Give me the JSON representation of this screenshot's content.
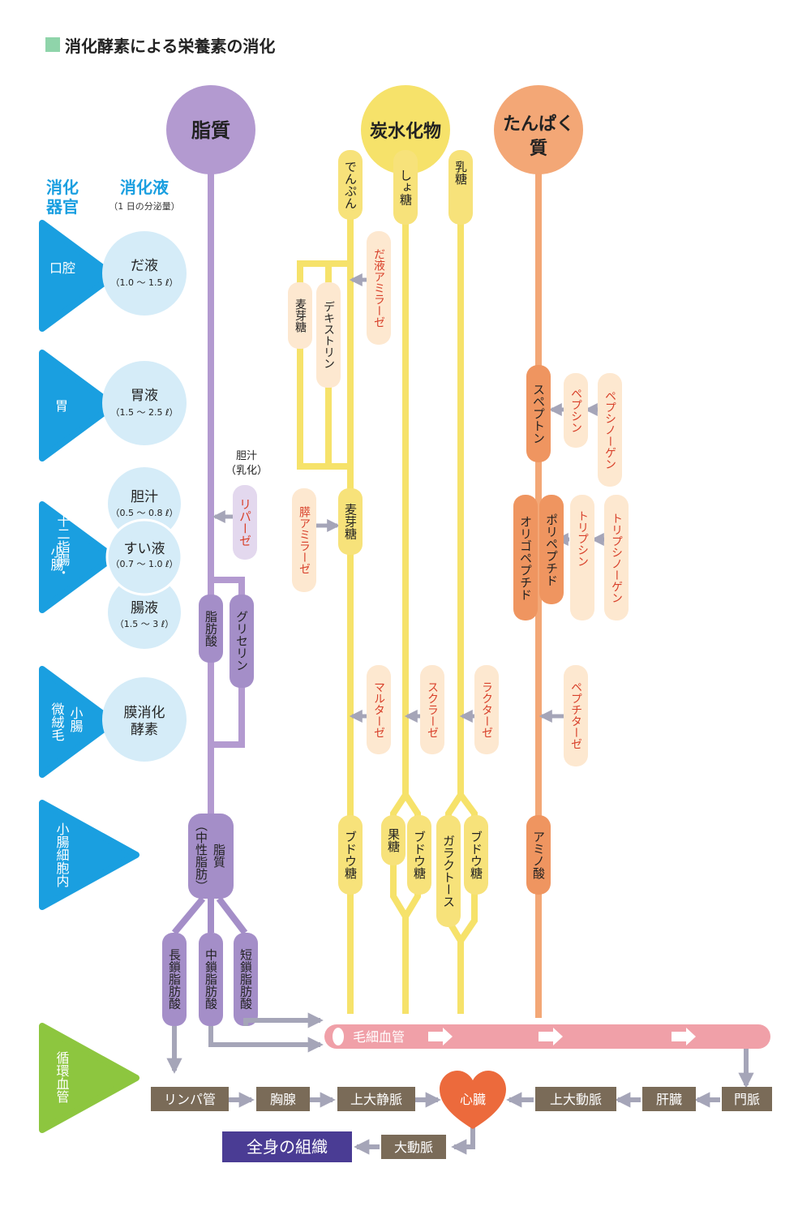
{
  "title": "消化酵素による栄養素の消化",
  "colors": {
    "title_square": "#8fd4aa",
    "organ_blue": "#1a9fe0",
    "fluid_circle": "#d5ecf8",
    "fat": "#b39ad0",
    "fat_dark": "#a48ec8",
    "fat_light": "#e3d8ee",
    "carb": "#f6e26a",
    "carb_fill": "#f7e27a",
    "protein": "#f3a776",
    "protein_dark": "#ef9560",
    "enzyme_bg": "#fde8d0",
    "enzyme_text": "#d8402a",
    "arrow_gray": "#a5a5b8",
    "capillary": "#f0a0a8",
    "circulation_green": "#8dc63f",
    "brown": "#7a6b58",
    "heart": "#ec6a3c",
    "tissue": "#4a3c94"
  },
  "nutrients": {
    "fat": "脂質",
    "carb": "炭水化物",
    "protein_line1": "たんぱく",
    "protein_line2": "質"
  },
  "headers": {
    "organ_line1": "消化",
    "organ_line2": "器官",
    "fluid": "消化液",
    "fluid_sub": "（1 日の分泌量）"
  },
  "organs": {
    "mouth": "口腔",
    "stomach": "胃",
    "duodenum_a": "十二指腸・",
    "duodenum_b": "小腸",
    "villi_a": "小腸",
    "villi_b": "微絨毛",
    "cell": "小腸細胞内",
    "circulation": "循環血管"
  },
  "fluids": {
    "saliva": "だ液",
    "saliva_amount": "（1.0 ～ 1.5 ℓ）",
    "gastric": "胃液",
    "gastric_amount": "（1.5 ～ 2.5 ℓ）",
    "bile": "胆汁",
    "bile_amount": "（0.5 ～ 0.8 ℓ）",
    "pancreatic": "すい液",
    "pancreatic_amount": "（0.7 ～ 1.0 ℓ）",
    "intestinal": "腸液",
    "intestinal_amount": "（1.5 ～ 3 ℓ）",
    "membrane_1": "膜消化",
    "membrane_2": "酵素"
  },
  "fat_path": {
    "bile_note_1": "胆汁",
    "bile_note_2": "（乳化）",
    "lipase": "リパーゼ",
    "fatty_acid": "脂肪酸",
    "glycerin": "グリセリン",
    "neutral_fat_1": "脂質",
    "neutral_fat_2": "（中性脂肪）",
    "long_chain": "長鎖脂肪酸",
    "medium_chain": "中鎖脂肪酸",
    "short_chain": "短鎖脂肪酸"
  },
  "carb_path": {
    "starch": "でんぷん",
    "sucrose": "しょ糖",
    "lactose": "乳糖",
    "salivary_amylase": "だ液アミラーゼ",
    "maltose_a": "麦芽糖",
    "dextrin": "デキストリン",
    "pancreatic_amylase": "膵アミラーゼ",
    "maltose_b": "麦芽糖",
    "maltase": "マルターゼ",
    "sucrase": "スクラーゼ",
    "lactase": "ラクターゼ",
    "glucose_1": "ブドウ糖",
    "fructose": "果糖",
    "glucose_2": "ブドウ糖",
    "galactose": "ガラクトース",
    "glucose_3": "ブドウ糖"
  },
  "protein_path": {
    "peptone": "スペプトン",
    "pepsin": "ペプシン",
    "pepsinogen": "ペプシノーゲン",
    "oligopeptide": "オリゴペプチド",
    "polypeptide": "ポリペプチド",
    "trypsin": "トリプシン",
    "trypsinogen": "トリプシノーゲン",
    "peptidase": "ペプチターゼ",
    "amino_acid": "アミノ酸"
  },
  "circulation": {
    "capillary": "毛細血管",
    "lymph": "リンパ管",
    "thoracic_duct": "胸腺",
    "svc": "上大静脈",
    "heart": "心臓",
    "aorta_upper": "上大動脈",
    "liver": "肝臓",
    "portal_vein": "門脈",
    "aorta": "大動脈",
    "tissue": "全身の組織"
  }
}
